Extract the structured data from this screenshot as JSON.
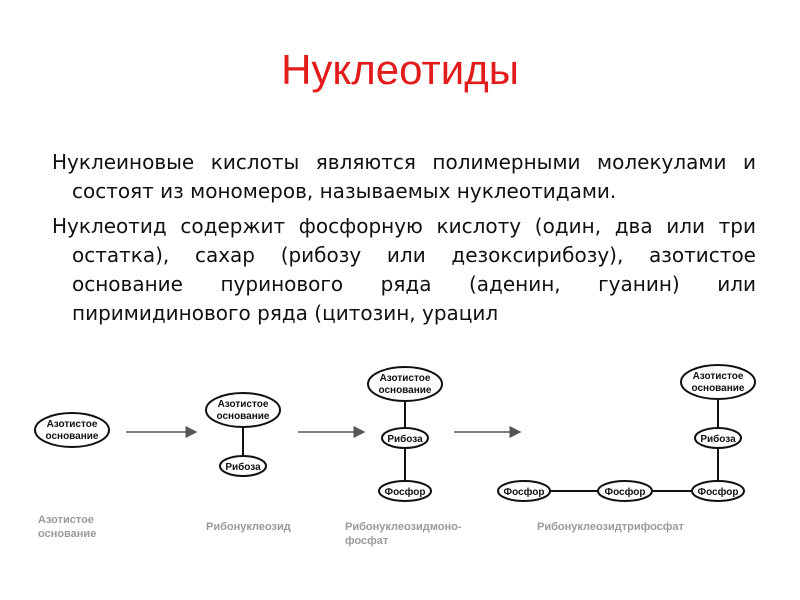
{
  "title": "Нуклеотиды",
  "paragraphs": [
    "Нуклеиновые кислоты являются полимерными молекулами и состоят из мономеров, называемых нуклеотидами.",
    "Нуклеотид содержит фосфорную кислоту (один, два или три остатка), сахар (рибозу или дезоксирибозу), азотистое основание пуринового ряда (аденин, гуанин) или пиримидинового ряда (цитозин, урацил"
  ],
  "nodes": {
    "base_line1": "Азотистое",
    "base_line2": "основание",
    "ribose": "Рибоза",
    "phosphate": "Фосфор"
  },
  "captions": {
    "base_line1": "Азотистое",
    "base_line2": "основание",
    "nucleoside": "Рибонуклеозид",
    "monophosphate_line1": "Рибонуклеозидмоно-",
    "monophosphate_line2": "фосфат",
    "triphosphate": "Рибонуклеозидтрифосфат"
  },
  "colors": {
    "title": "#e21b1b",
    "caption": "#9a9a9a"
  }
}
